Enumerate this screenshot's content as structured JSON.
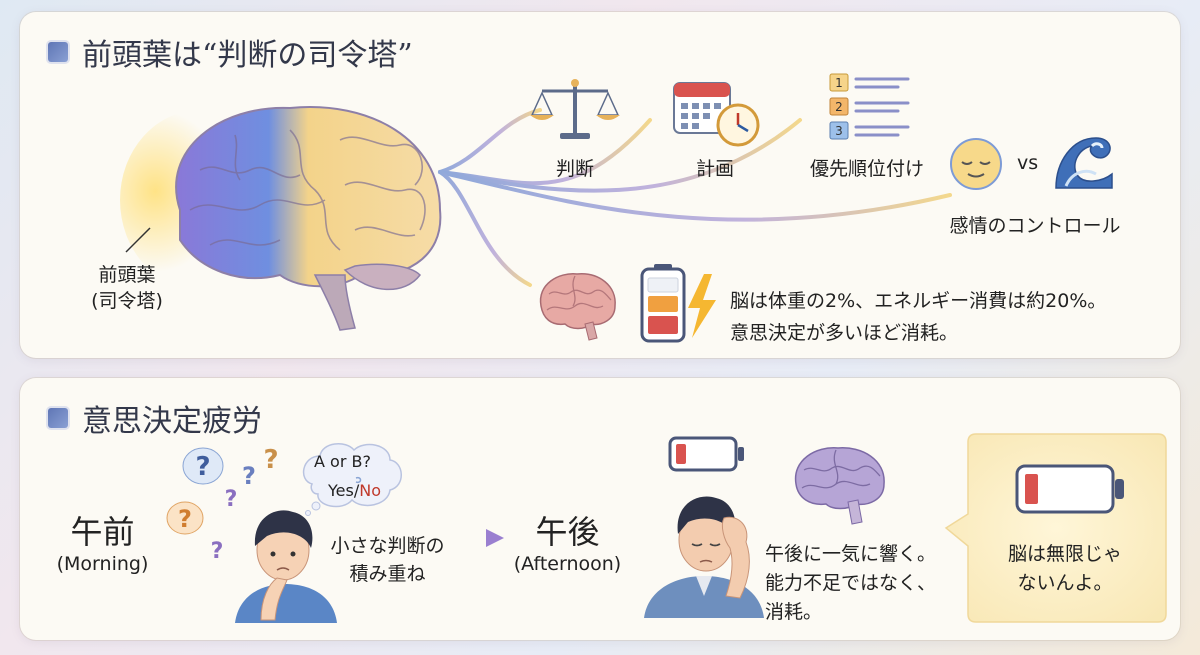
{
  "section1": {
    "title": "前頭葉は“判断の司令塔”",
    "brain_label_line1": "前頭葉",
    "brain_label_line2": "(司令塔)",
    "functions": [
      {
        "icon": "scales-icon",
        "label": "判断"
      },
      {
        "icon": "calendar-clock-icon",
        "label": "計画"
      },
      {
        "icon": "numbered-list-icon",
        "label": "優先順位付け"
      },
      {
        "icon": "calm-face-wave-icon",
        "label": "感情のコントロール"
      }
    ],
    "vs_text": "vs",
    "list_numbers": [
      "1",
      "2",
      "3"
    ],
    "energy_line1": "脳は体重の2%、エネルギー消費は約20%。",
    "energy_line2": "意思決定が多いほど消耗。"
  },
  "section2": {
    "title": "意思決定疲労",
    "morning_jp": "午前",
    "morning_en": "(Morning)",
    "thought_line1": "A or B?",
    "thought_yes": "Yes/",
    "thought_no": "No",
    "question_mark": "?",
    "accumulation_line1": "小さな判断の",
    "accumulation_line2": "積み重ね",
    "afternoon_jp": "午後",
    "afternoon_en": "(Afternoon)",
    "impact_line1": "午後に一気に響く。",
    "impact_line2": "能力不足ではなく、",
    "impact_line3": "消耗。",
    "note_line1": "脳は無限じゃ",
    "note_line2": "ないんよ。"
  },
  "colors": {
    "accent_blue": "#5f76b5",
    "battery_red": "#d9534f",
    "battery_orange": "#f0a040",
    "bolt_yellow": "#f5b731",
    "no_red": "#c0392b"
  }
}
